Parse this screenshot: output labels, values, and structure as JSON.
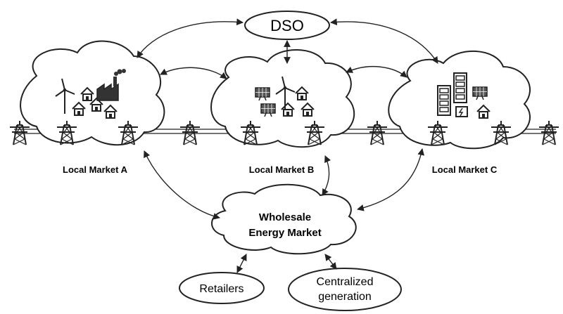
{
  "nodes": {
    "dso": "DSO",
    "market_a": "Local Market A",
    "market_b": "Local Market B",
    "market_c": "Local Market C",
    "wholesale_line1": "Wholesale",
    "wholesale_line2": "Energy Market",
    "retailers": "Retailers",
    "centralized_line1": "Centralized",
    "centralized_line2": "generation"
  },
  "icons": {
    "market_a": [
      "wind-turbine-icon",
      "house-icon",
      "factory-icon"
    ],
    "market_b": [
      "solar-panel-icon",
      "wind-turbine-icon",
      "house-icon"
    ],
    "market_c": [
      "battery-storage-icon",
      "solar-panel-icon",
      "ev-charger-icon",
      "house-icon"
    ],
    "grid": [
      "transmission-tower-icon"
    ]
  },
  "connections": [
    [
      "dso",
      "market_a"
    ],
    [
      "dso",
      "market_b"
    ],
    [
      "dso",
      "market_c"
    ],
    [
      "market_a",
      "market_b"
    ],
    [
      "market_b",
      "market_c"
    ],
    [
      "market_a",
      "wholesale"
    ],
    [
      "market_b",
      "wholesale"
    ],
    [
      "market_c",
      "wholesale"
    ],
    [
      "wholesale",
      "retailers"
    ],
    [
      "wholesale",
      "centralized_generation"
    ]
  ],
  "colors": {
    "stroke": "#222222",
    "fill": "#ffffff",
    "icon_fill": "#555555"
  }
}
